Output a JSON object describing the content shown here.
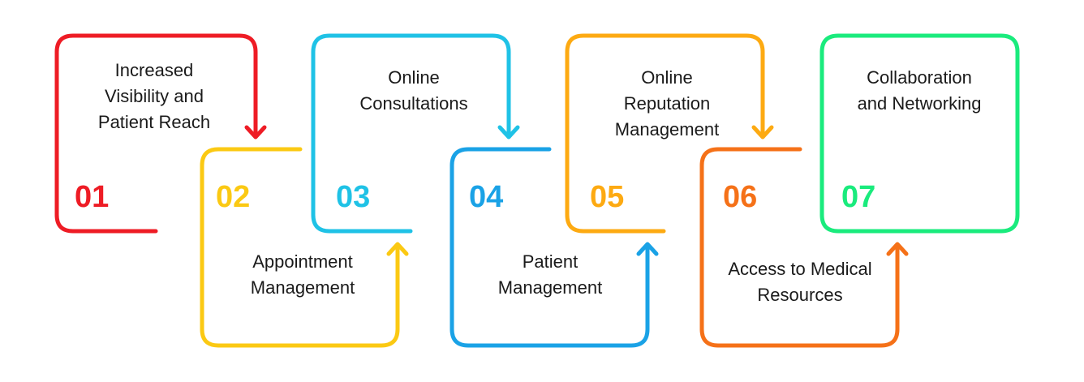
{
  "steps": [
    {
      "number": "01",
      "label": "Increased\nVisibility and\nPatient Reach",
      "color": "#ee1c25"
    },
    {
      "number": "02",
      "label": "Appointment\nManagement",
      "color": "#fbc913"
    },
    {
      "number": "03",
      "label": "Online\nConsultations",
      "color": "#1fc2e6"
    },
    {
      "number": "04",
      "label": "Patient\nManagement",
      "color": "#1aa2e6"
    },
    {
      "number": "05",
      "label": "Online\nReputation\nManagement",
      "color": "#fdaa12"
    },
    {
      "number": "06",
      "label": "Access to Medical\nResources",
      "color": "#f57118"
    },
    {
      "number": "07",
      "label": "Collaboration\nand Networking",
      "color": "#1aeb7d"
    }
  ]
}
